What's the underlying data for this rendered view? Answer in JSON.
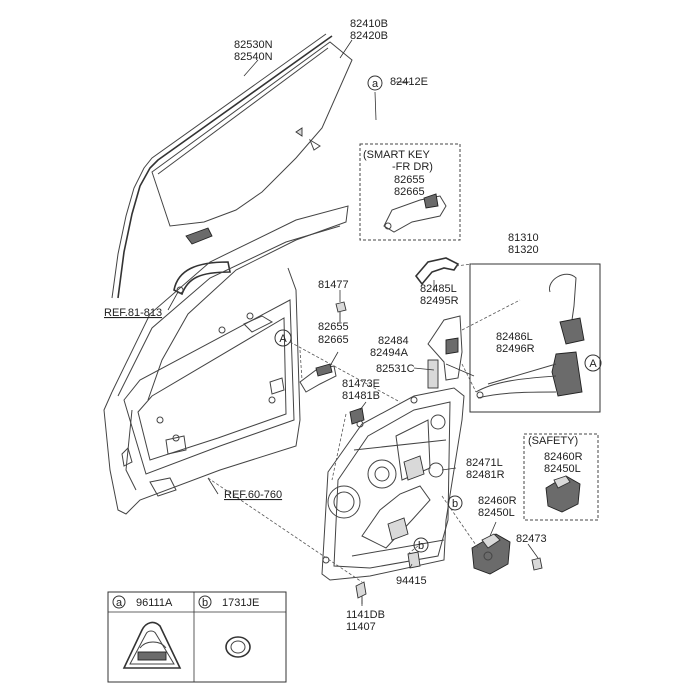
{
  "labels": {
    "glass_main": "82410B",
    "glass_alt": "82420B",
    "run_main": "82530N",
    "run_alt": "82540N",
    "glass_fit": "82412E",
    "smart_key_title": "(SMART KEY",
    "smart_key_sub": "-FR DR)",
    "sk_handle_1": "82655",
    "sk_handle_2": "82665",
    "ref_81": "REF.81-813",
    "bolt_81477": "81477",
    "handle_1": "82655",
    "handle_2": "82665",
    "lock_top": "81310",
    "lock_bottom": "81320",
    "cover_l": "82485L",
    "cover_r": "82495R",
    "rod_l": "82486L",
    "rod_r": "82496R",
    "chan_1": "82484",
    "chan_2": "82494A",
    "chan_3": "82531C",
    "clip_1": "81473E",
    "clip_2": "81481B",
    "ref_60": "REF.60-760",
    "reg_l": "82471L",
    "reg_r": "82481R",
    "safety_title": "(SAFETY)",
    "safety_r": "82460R",
    "safety_l": "82450L",
    "motor_r": "82460R",
    "motor_l": "82450L",
    "screw": "82473",
    "clip_b": "94415",
    "bolt_1": "1141DB",
    "bolt_2": "11407",
    "legend_a_num": "96111A",
    "legend_b_num": "1731JE",
    "callout_a": "a",
    "callout_b": "b",
    "callout_A": "A"
  }
}
